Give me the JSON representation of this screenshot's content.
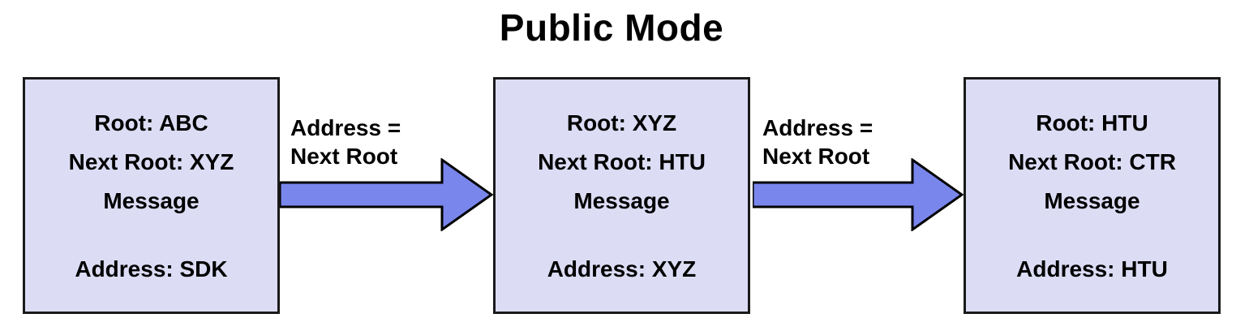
{
  "title": "Public Mode",
  "colors": {
    "background": "#ffffff",
    "box_fill": "#dcdcf5",
    "box_border": "#1a1a1a",
    "arrow_fill": "#7986ec",
    "arrow_outline": "#000000",
    "text": "#000000"
  },
  "nodes": [
    {
      "root": "Root: ABC",
      "next_root": "Next Root: XYZ",
      "message": "Message",
      "address": "Address: SDK"
    },
    {
      "root": "Root: XYZ",
      "next_root": "Next Root: HTU",
      "message": "Message",
      "address": "Address: XYZ"
    },
    {
      "root": "Root: HTU",
      "next_root": "Next Root: CTR",
      "message": "Message",
      "address": "Address: HTU"
    }
  ],
  "arrows": [
    {
      "label": "Address =\nNext Root"
    },
    {
      "label": "Address =\nNext Root"
    }
  ]
}
